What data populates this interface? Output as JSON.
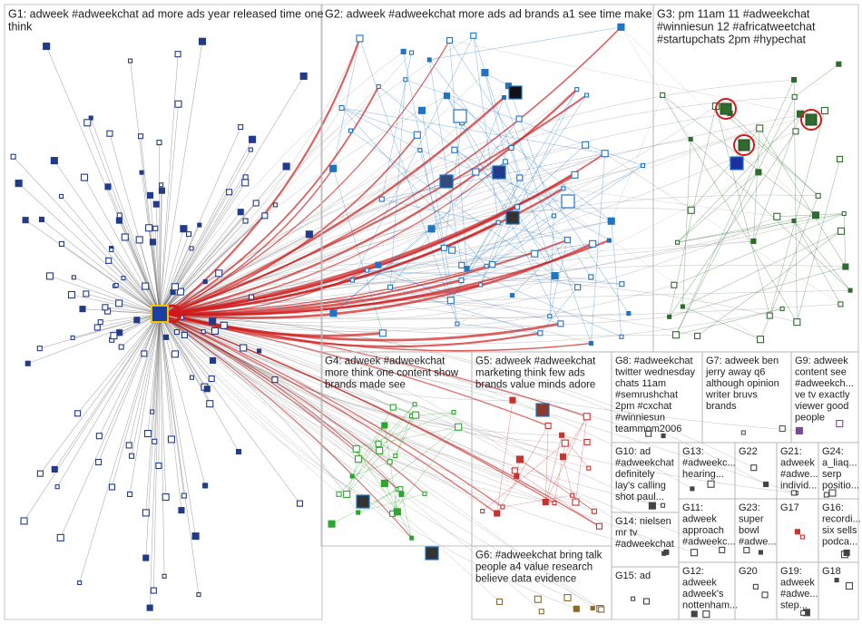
{
  "groups": [
    {
      "id": "G1",
      "lines": [
        "G1: adweek #adweekchat ad more ads year released time one",
        "think"
      ],
      "color": "#223a8a"
    },
    {
      "id": "G2",
      "lines": [
        "G2: adweek #adweekchat more ads ad brands a1 see time make"
      ],
      "color": "#1f74c4"
    },
    {
      "id": "G3",
      "lines": [
        "G3: pm 11am 11 #adweekchat",
        "#winniesun 12 #africatweetchat",
        "#startupchats 2pm #hypechat"
      ],
      "color": "#2f6b2f"
    },
    {
      "id": "G4",
      "lines": [
        "G4: adweek #adweekchat",
        "more think one content show",
        "brands made see"
      ],
      "color": "#2fa52f"
    },
    {
      "id": "G5",
      "lines": [
        "G5: adweek #adweekchat",
        "marketing think few ads",
        "brands value minds adore"
      ],
      "color": "#c8322f"
    },
    {
      "id": "G6",
      "lines": [
        "G6: #adweekchat bring talk",
        "people a4 value research",
        "believe data evidence"
      ],
      "color": "#8a6a2a"
    },
    {
      "id": "G7",
      "lines": [
        "G7: adweek ben",
        "jerry away q6",
        "although opinion",
        "writer bruvs",
        "brands"
      ],
      "color": "#555555"
    },
    {
      "id": "G8",
      "lines": [
        "G8: #adweekchat",
        "twitter wednesday",
        "chats 11am",
        "#semrushchat",
        "2pm #cxchat",
        "#winniesun",
        "teammom2006"
      ],
      "color": "#444444"
    },
    {
      "id": "G9",
      "lines": [
        "G9: adweek",
        "content see",
        "#adweekch...",
        "ve tv exactly",
        "viewer good",
        "people"
      ],
      "color": "#7a4a9a"
    },
    {
      "id": "G10",
      "lines": [
        "G10: ad",
        "#adweekchat",
        "definitely",
        "lay's calling",
        "shot paul..."
      ],
      "color": "#444444"
    },
    {
      "id": "G11",
      "lines": [
        "G11:",
        "adweek",
        "approach",
        "#adweekc..."
      ],
      "color": "#444444"
    },
    {
      "id": "G12",
      "lines": [
        "G12:",
        "adweek",
        "adweek's",
        "nottenham..."
      ],
      "color": "#444444"
    },
    {
      "id": "G13",
      "lines": [
        "G13:",
        "#adweekc...",
        "hearing..."
      ],
      "color": "#444444"
    },
    {
      "id": "G14",
      "lines": [
        "G14: nielsen",
        "mr tv",
        "#adweekchat"
      ],
      "color": "#444444"
    },
    {
      "id": "G15",
      "lines": [
        "G15: ad"
      ],
      "color": "#444444"
    },
    {
      "id": "G16",
      "lines": [
        "G16:",
        "recordi...",
        "six sells",
        "podca..."
      ],
      "color": "#444444"
    },
    {
      "id": "G17",
      "lines": [
        "G17"
      ],
      "color": "#c8322f"
    },
    {
      "id": "G18",
      "lines": [
        "G18"
      ],
      "color": "#444444"
    },
    {
      "id": "G19",
      "lines": [
        "G19:",
        "adweek",
        "#adwe...",
        "step..."
      ],
      "color": "#444444"
    },
    {
      "id": "G20",
      "lines": [
        "G20"
      ],
      "color": "#444444"
    },
    {
      "id": "G21",
      "lines": [
        "G21:",
        "adweek",
        "#adwe...",
        "individ..."
      ],
      "color": "#444444"
    },
    {
      "id": "G22",
      "lines": [
        "G22"
      ],
      "color": "#444444"
    },
    {
      "id": "G23",
      "lines": [
        "G23:",
        "super",
        "bowl",
        "#adwe..."
      ],
      "color": "#444444"
    },
    {
      "id": "G24",
      "lines": [
        "G24:",
        "a_liaq...",
        "serp",
        "positio..."
      ],
      "color": "#444444"
    }
  ]
}
